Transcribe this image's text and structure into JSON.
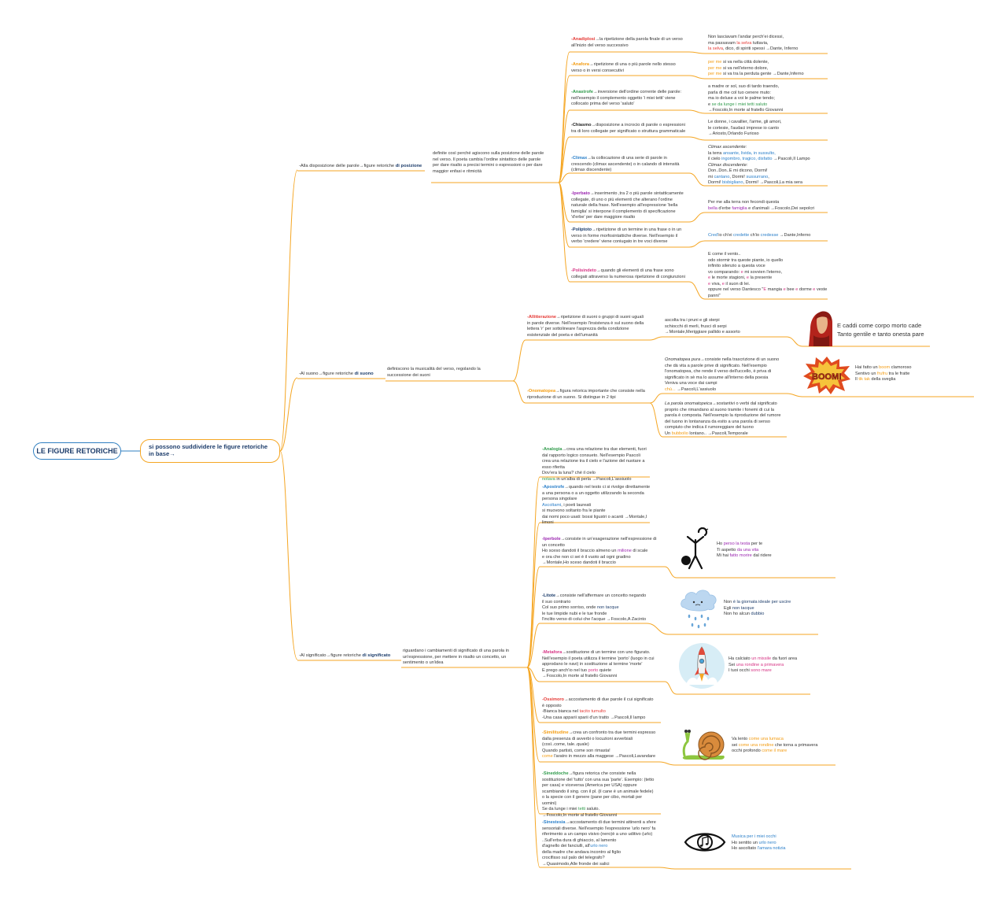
{
  "root_title": "LE FIGURE RETORICHE",
  "main_node": "si possono suddividere le figure retoriche in base→",
  "categories": [
    {
      "prefix": "-Alla disposizione delle parole→figure retoriche ",
      "bold": "di posizione",
      "desc": "definite così perché agiscono sulla posizione delle parole nel verso. Il poeta cambia l'ordine sintattico delle parole per dare risalto a precisi termini o espressioni o per dare maggior enfasi e ritmicità"
    },
    {
      "prefix": "-Al suono→figure retoriche ",
      "bold": "di suono",
      "desc": "definiscono la musicalità del verso, regolando la successione dei suoni"
    },
    {
      "prefix": "-Al significato→figure retoriche ",
      "bold": "di significato",
      "desc": "riguardano i cambiamenti di significato di una parola in un'espressione, per mettere in risalto un concetto, un sentimento o un'idea"
    }
  ],
  "positions": [
    {
      "term": "-Anadiplosi",
      "desc": "→la ripetizione della parola finale di un verso all'inizio del verso successivo",
      "ex1": "Non lasciavam l'andar perch'ei dicessi,",
      "ex2": "ma passavam ",
      "ex2c": "la selva",
      "ex2b": " tuttavia,",
      "ex3c": "la selva",
      "ex3": ", dico, di spiriti spessi          →Dante, Inferno"
    },
    {
      "term": "-Anafora",
      "desc": "→ripetizione di una o più parole nello stesso verso o in versi consecutivi",
      "ex1c": "per me",
      "ex1": " si va nella città dolente,",
      "ex2c": "per me",
      "ex2": " si va nell'eterno dolore,",
      "ex3c": "per me",
      "ex3": " si va tra la perduta gente     →Dante,Inferno"
    },
    {
      "term": "-Anastrofe",
      "desc": "→inversione dell'ordine corrente delle parole: nell'esempio il complemento oggetto 'i miei tetti' viene collocato prima del verso 'saluto'",
      "ex1": "a madre or sol, suo di tardo traendo,",
      "ex2": "parla di me col tuo cenere muto:",
      "ex3": "ma io deluse a voi le palme tendo;",
      "ex4": "e ",
      "ex4c": "se da lunge i miei tetti saluto",
      "ex5": "→Foscolo,In morte al fratello Giovanni"
    },
    {
      "term": "-Chiasmo",
      "desc": "→disposizione a incrocio di parole o espressioni tra di loro collegate per significato o struttura grammaticale",
      "ex1": "Le donne, i cavallier, l'arme, gli amori,",
      "ex2": "le cortesie, l'audaci imprese io canto",
      "ex3": "→Ariosto,Orlando Furioso"
    },
    {
      "term": "-Climax",
      "desc": "→la collocazione di una serie di parole in crescendo (climax ascendente) o in calando di intensità (climax discendente)",
      "ex1": "Climax ascendente:",
      "ex2": "la terra ",
      "ex2a": "ansante, livida, in sussulto,",
      "ex3": "il cielo ",
      "ex3a": "ingombro, tragico, disfatto",
      "ex3b": "    →Pascoli,Il Lampo",
      "ex4": "Climax discendente:",
      "ex5": "Don..Don..E mi dicono, Dormi!",
      "ex6": "mi ",
      "ex6a": "cantano",
      "ex6b": ", Dormi! ",
      "ex6c": "sussurrano",
      "ex6d": ",",
      "ex7": "Dormi! ",
      "ex7a": "bisbigliano",
      "ex7b": ", Dormi!             →Pascoli,La mia sera"
    },
    {
      "term": "-Iperbato",
      "desc": "→inserimento ,tra 2 o più parole sintatticamente collegate, di uno o più elementi che alterano l'ordine naturale della frase.  Nell'esempio all'espressione 'bella famiglia' si interpone il complemento di specificazione 'd'erbe' per dare maggiore risalto",
      "ex1": "Per me alla terra non fecondi questa",
      "ex2c": "bella",
      "ex2": " d'erbe ",
      "ex2d": "famiglia",
      "ex2e": " e d'animali      →Foscolo,Dei sepolcri"
    },
    {
      "term": "-Poliptoto",
      "desc": "→ripetizione di un termine in una frase o in un verso in forme morfosintattiche diverse. Nell'esempio il verbo 'credere' viene coniugato in tre voci diverse",
      "ex1c": "Cred'",
      "ex1": "io ch'ei ",
      "ex1d": "credette",
      "ex1e": " ch'io ",
      "ex1f": "credesse",
      "ex1g": "      →Dante,Inferno"
    },
    {
      "term": "-Polisindeto",
      "desc": "→quando gli elementi di una frase sono collegati attraverso la numerosa ripetizione di congiunzioni",
      "ex1": "E come il vento..",
      "ex2": "odo stormir tra queste piante, io quello",
      "ex3": "infinito silenzio a questa voce",
      "ex4": "vo comparando: ",
      "ex4c": "e",
      "ex4b": " mi sovvien l'eterno,",
      "ex5c": "e",
      "ex5": " le morte stagioni, ",
      "ex5d": "e",
      "ex5e": " la presente",
      "ex6c": "e",
      "ex6": " viva, ",
      "ex6d": "e",
      "ex6e": " il suon di lei.",
      "ex7": "oppure nel verso Dantesco \"",
      "ex7c": "E",
      "ex7b": " mangia ",
      "ex7d": "e",
      "ex7e": " bee ",
      "ex7f": "e",
      "ex7g": " dorme ",
      "ex7h": "e",
      "ex7i": " veste",
      "ex8": "panni\""
    }
  ],
  "sounds": [
    {
      "term": "-Allitterazione",
      "desc": "→ripetizione di suoni o gruppi di suoni uguali in parole diverse. Nell'esempio l'insistenza è sul suono della lettera 'r' per sottolineare l'asprezza della condizione esistenziale del poeta e dell'umanità",
      "ex1": "ascolta tra i pruni e gli sterpi",
      "ex2": "schiocchi di merli, frusci di serpi",
      "ex3": "→Montale,Meriggiare pallido e assorto",
      "big1": "E caddi come corpo morto cade",
      "big2": "Tanto gentile e tanto onesta pare"
    },
    {
      "term": "-Onomatopea",
      "desc": "→figura retorica importante che consiste nella riproduzione di un suono. Si distingue in 2 tipi",
      "pura_t": "Onomatopea pura",
      "pura": "→consiste nella trascrizione di un suono che dà vita a parole prive di significato. Nell'esempio l'onomatopea, che rende il verso dell'uccello, è priva di significato in sè ma lo assume all'interno della poesia",
      "pura2": "Veniva una voce dai campi",
      "pura3c": "chù...",
      "pura3": "          →Pascoli,L'assiuolo",
      "boom1": "Hai fatto un ",
      "boom1c": "boom",
      "boom1b": " clamoroso",
      "boom2": "Sentivo un ",
      "boom2c": "frufru",
      "boom2b": " tra le fratte",
      "boom3": "Il ",
      "boom3c": "tik tak",
      "boom3b": " della sveglia",
      "parola_t": "La parola onomatopeica",
      "parola": "→sostantivi o verbi dal significato proprio che rimandano al suono tramite i fonemi di cui la parola è composta. Nell'esempio la riproduzione del rumore del tuono in lontananza da esito a una parola di senso compiuto che indica il rumoreggiare del tuono",
      "parola2": "Un ",
      "parola2c": "bubbolio",
      "parola2b": " lontano..     →Pascoli,Temporale"
    }
  ],
  "meanings": [
    {
      "term": "-Analogia",
      "lines": [
        "→crea una relazione tra due elementi, fuori dal rapporto logico consueto. Nell'esempio Pascoli crea una relazione tra il cielo e l'azione del nuotare a esso riferita",
        "Dov'era la luna? ché il cielo"
      ],
      "lastc": "notava",
      "last": " in un'alba di perla       →Pascoli,L'assiuolo"
    },
    {
      "term": "-Apostrofe",
      "lines": [
        "→quando nel testo ci si rivolge direttamente a una persona o a un oggetto utilizzando la seconda persona singolare"
      ],
      "lastc": "Ascoltami",
      "last": ", i poeti laureati",
      "more": [
        "si muovono soltanto fra le piante",
        "dai nomi poco usati: bossi ligustri o acanti     →Montale,I limoni"
      ]
    },
    {
      "term": "-Iperbole",
      "lines": [
        "→consiste in un'esagerazione nell'espressione di un concetto",
        "Ho sceso dandoti il braccio almeno un "
      ],
      "lastc": "milione",
      "last": " di scale",
      "more": [
        "e ora che non ci sei è il vuoto ad ogni gradino",
        "→Montale,Ho sceso dandoti il braccio"
      ],
      "side1": "Ho ",
      "side1c": "perso la testa",
      "side1b": " per te",
      "side2": "Ti aspetto ",
      "side2c": "da una vita",
      "side3": "Mi hai ",
      "side3c": "fatto morire",
      "side3b": " dal ridere"
    },
    {
      "term": "-Litote",
      "lines": [
        "→consiste nell'affermare un concetto negando il suo contrario",
        "Col suo primo sorriso, onde "
      ],
      "lastc": "non tacque",
      "last": "",
      "more": [
        "le tue limpide nubi e le tue fronde",
        "l'inclito verso di colui che l'acque       →Foscolo,A Zacinto"
      ],
      "side1": "Non ",
      "side1c": "è la giornata ideale per uscire",
      "side2": "Egli ",
      "side2c": "non tacque",
      "side3": "Non ho alcun ",
      "side3c": "dubbio"
    },
    {
      "term": "-Metafora",
      "lines": [
        "→sostituzione di un termine con uno figurato. Nell'esempio il poeta utilizza il termine 'porto' (luogo in cui approdano le navi) in sostituzione al termine 'morte'",
        "E prego anch'io nel tuo "
      ],
      "lastc": "porto",
      "last": " quiete",
      "more": [
        "→Foscolo,In morte al fratello Giovanni"
      ],
      "side1": "Ha calciato ",
      "side1c": "un missile",
      "side1b": " da fuori area",
      "side2": "Sei ",
      "side2c": "una rondine a primavera",
      "side3": "I tuoi occhi ",
      "side3c": "sono mare"
    },
    {
      "term": "-Ossimoro",
      "lines": [
        "→accostamento di due parole il cui significato è opposto",
        "-Bianca bianca nel "
      ],
      "lastc": "tacito tumulto",
      "last": "",
      "more": [
        "-Una casa apparii sparii d'un tratto      →Pascoli,Il lampo"
      ]
    },
    {
      "term": "-Similitudine",
      "lines": [
        "→crea un confronto tra due termini espresso dalla presenza di avverbi o locuzioni avverbiali (così..come, tale..quale)",
        "Quando partisti, come son rimasta!"
      ],
      "lastc": "come",
      "last": " l'aratro in mezzo alla maggese     →Pascoli,Lavandare",
      "side1": "Va lento ",
      "side1c": "come una lumaca",
      "side2": "sei ",
      "side2c": "come una rondine",
      "side2b": " che torna a primavera",
      "side3": "occhi profondo ",
      "side3c": "come il mare"
    },
    {
      "term": "-Sineddoche",
      "lines": [
        "→figura retorica che consiste nella sostituzione del 'tutto' con una sua 'parte'. Esempio: (tetto per casa) e viceversa (America per USA) oppure scambiando il sing. con il pl. (il cane è un animale fedele) o la specie con il genere (pane per cibo, mortali per uomini)",
        "Se da lunge i miei "
      ],
      "lastc": "tetti",
      "last": " saluto.",
      "more": [
        "→Foscolo,In morte al fratello Giovanni"
      ]
    },
    {
      "term": "-Sinestesia",
      "lines": [
        "→accostamento di due termini attinenti a sfere sensoriali diverse. Nell'esempio l'espressione 'urlo nero' fa riferimento a un campo visivo (nero)è a uno uditivo (urlo)",
        "..Sull'erba dura di ghiaccio, al lamento",
        "d'agnello dei fanciulli, all'"
      ],
      "lastc": "urlo nero",
      "last": "",
      "more": [
        "della madre che andava incontro al figlio",
        "crocifisso sul palo del telegrafo?",
        "→Quasimodo,Alle fronde dei salici"
      ],
      "side1c": "Musica per i miei occhi",
      "side2": "Ho sentito un ",
      "side2c": "urlo nero",
      "side3": "Ho ascoltato ",
      "side3c": "l'amara notizia"
    }
  ],
  "colors": {
    "orange_line": "#f5a623",
    "root_border": "#2f7fc1",
    "root_text": "#1d3d6b"
  },
  "icons": [
    "dante-portrait-icon",
    "boom-bubble-icon",
    "stick-figure-icon",
    "cloud-rain-icon",
    "rocket-icon",
    "snail-icon",
    "eye-music-icon"
  ]
}
